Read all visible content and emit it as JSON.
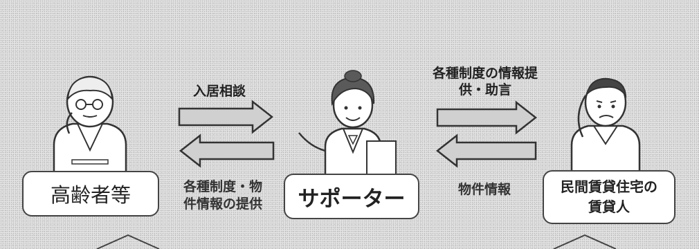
{
  "actors": {
    "elderly": "高齢者等",
    "supporter": "サポーター",
    "landlord": "民間賃貸住宅の賃貸人"
  },
  "arrows": {
    "consultation": "入居相談",
    "provide_info": "各種制度・物件情報の提供",
    "advice": "各種制度の情報提供・助言",
    "property_info": "物件情報"
  }
}
